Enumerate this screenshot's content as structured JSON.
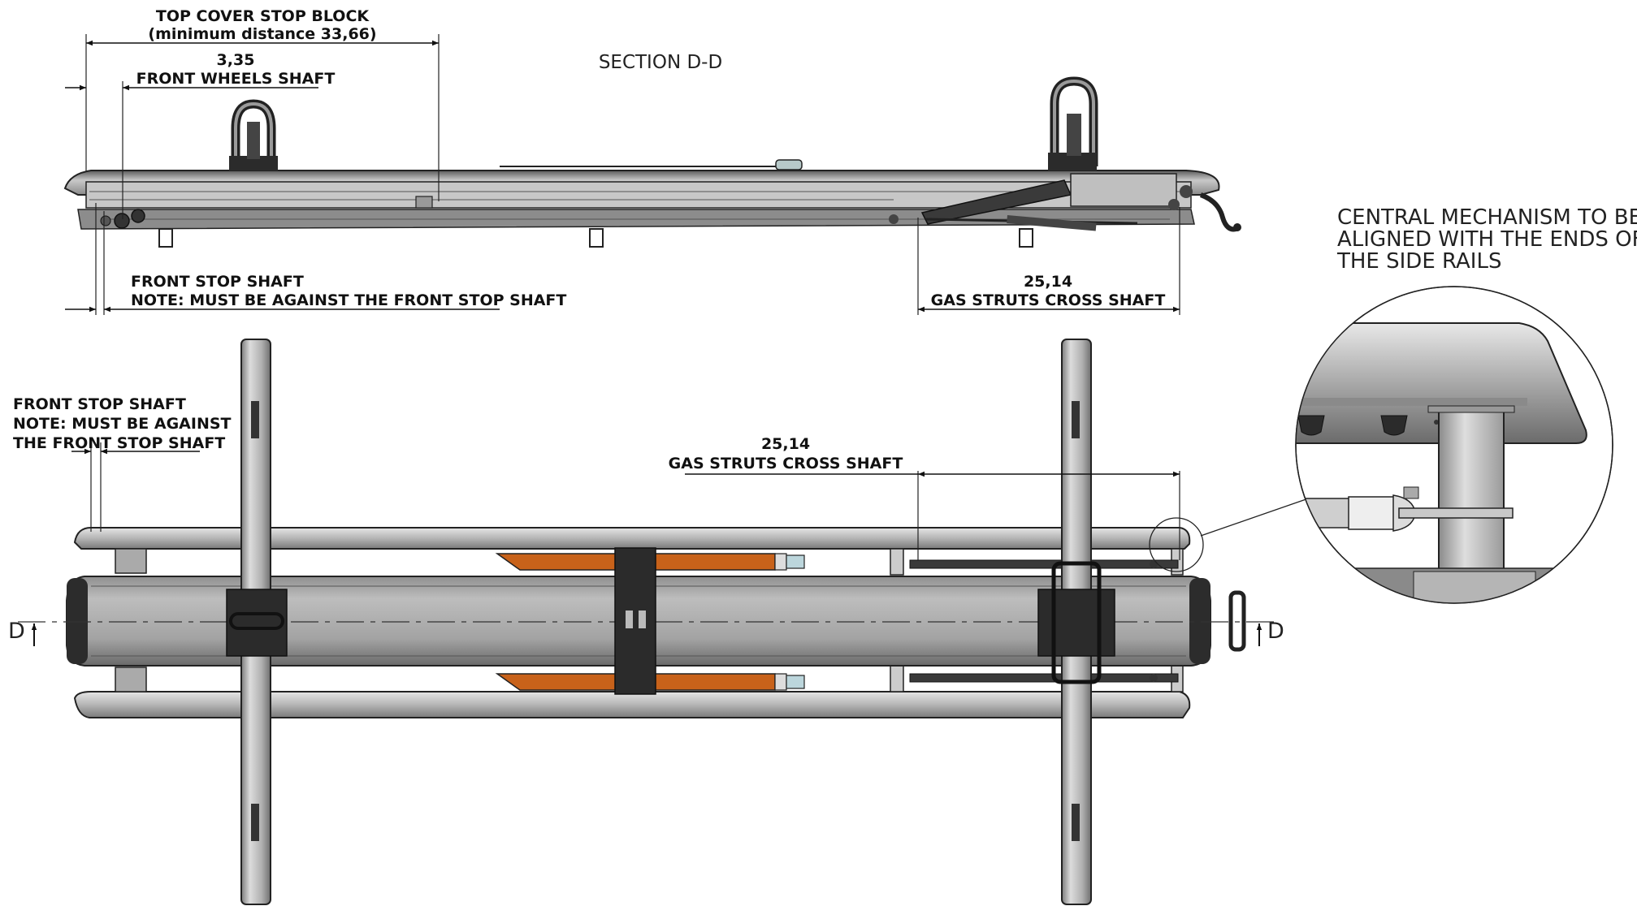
{
  "section_title": "SECTION D-D",
  "section_marker": "D",
  "side_view": {
    "top_cover_stop_block": {
      "title": "TOP COVER STOP BLOCK",
      "note": "(minimum distance 33,66)"
    },
    "front_wheels_shaft": {
      "value": "3,35",
      "label": "FRONT WHEELS SHAFT"
    },
    "front_stop_shaft": {
      "label": "FRONT STOP SHAFT",
      "note": "NOTE: MUST BE AGAINST THE FRONT STOP SHAFT"
    },
    "gas_struts_cross_shaft": {
      "value": "25,14",
      "label": "GAS STRUTS CROSS SHAFT"
    }
  },
  "top_view": {
    "front_stop_shaft": {
      "line1": "FRONT STOP SHAFT",
      "line2": "NOTE: MUST BE AGAINST",
      "line3": "THE FRONT STOP SHAFT"
    },
    "gas_struts_cross_shaft": {
      "value": "25,14",
      "label": "GAS STRUTS CROSS SHAFT"
    }
  },
  "detail_callout": {
    "line1": "CENTRAL MECHANISM TO BE",
    "line2": "ALIGNED WITH THE ENDS OF",
    "line3": "THE SIDE RAILS"
  },
  "colors": {
    "line": "#222222",
    "rail_light": "#d9d9d9",
    "rail_mid": "#a8a8a8",
    "rail_dark": "#6b6b6b",
    "orange_slide": "#c8621a",
    "mount_block": "#2b2b2b",
    "background": "#ffffff"
  }
}
